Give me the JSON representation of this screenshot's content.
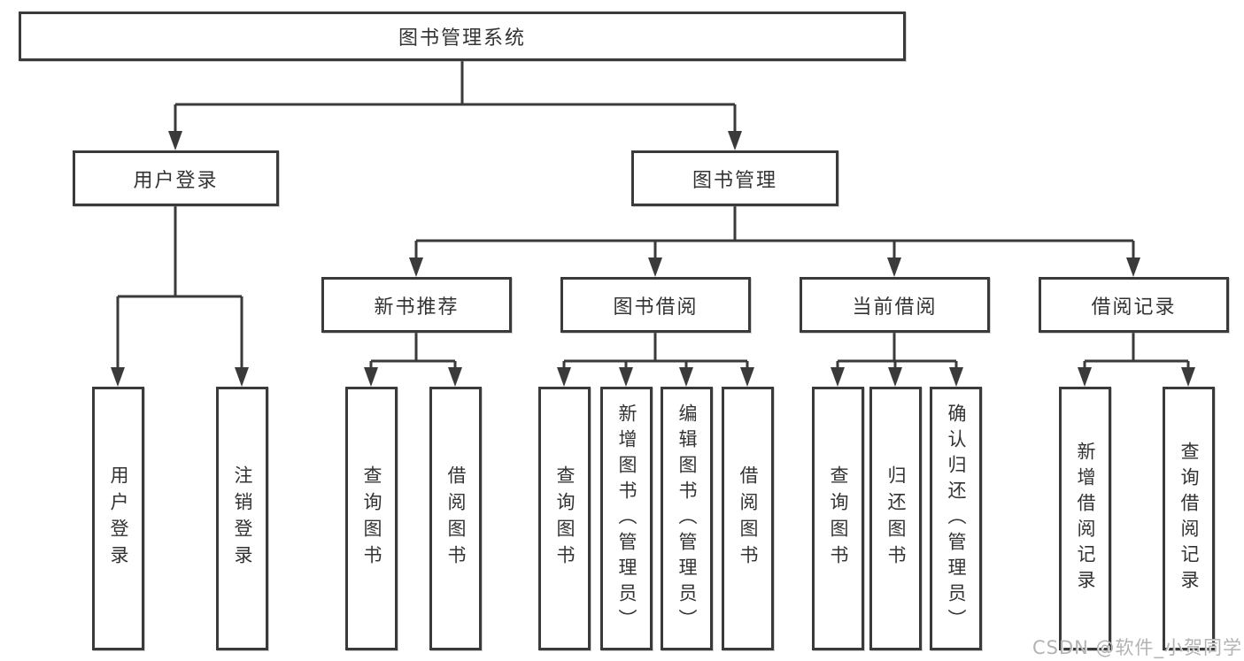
{
  "tree": {
    "label": "图书管理系统",
    "children": [
      {
        "label": "用户登录",
        "children": [
          {
            "label": "用户登录"
          },
          {
            "label": "注销登录"
          }
        ]
      },
      {
        "label": "图书管理",
        "children": [
          {
            "label": "新书推荐",
            "children": [
              {
                "label": "查询图书"
              },
              {
                "label": "借阅图书"
              }
            ]
          },
          {
            "label": "图书借阅",
            "children": [
              {
                "label": "查询图书"
              },
              {
                "label": "新增图书（管理员）"
              },
              {
                "label": "编辑图书（管理员）"
              },
              {
                "label": "借阅图书"
              }
            ]
          },
          {
            "label": "当前借阅",
            "children": [
              {
                "label": "查询图书"
              },
              {
                "label": "归还图书"
              },
              {
                "label": "确认归还（管理员）"
              }
            ]
          },
          {
            "label": "借阅记录",
            "children": [
              {
                "label": "新增借阅记录"
              },
              {
                "label": "查询借阅记录"
              }
            ]
          }
        ]
      }
    ]
  },
  "watermark": {
    "text": "CSDN @软件_小贺同学"
  },
  "colors": {
    "line": "#3a3a3a",
    "box_border": "#3a3a3a",
    "box_background": "#ffffff",
    "text": "#333333",
    "watermark": "#b3b3b3",
    "background": "#ffffff"
  }
}
